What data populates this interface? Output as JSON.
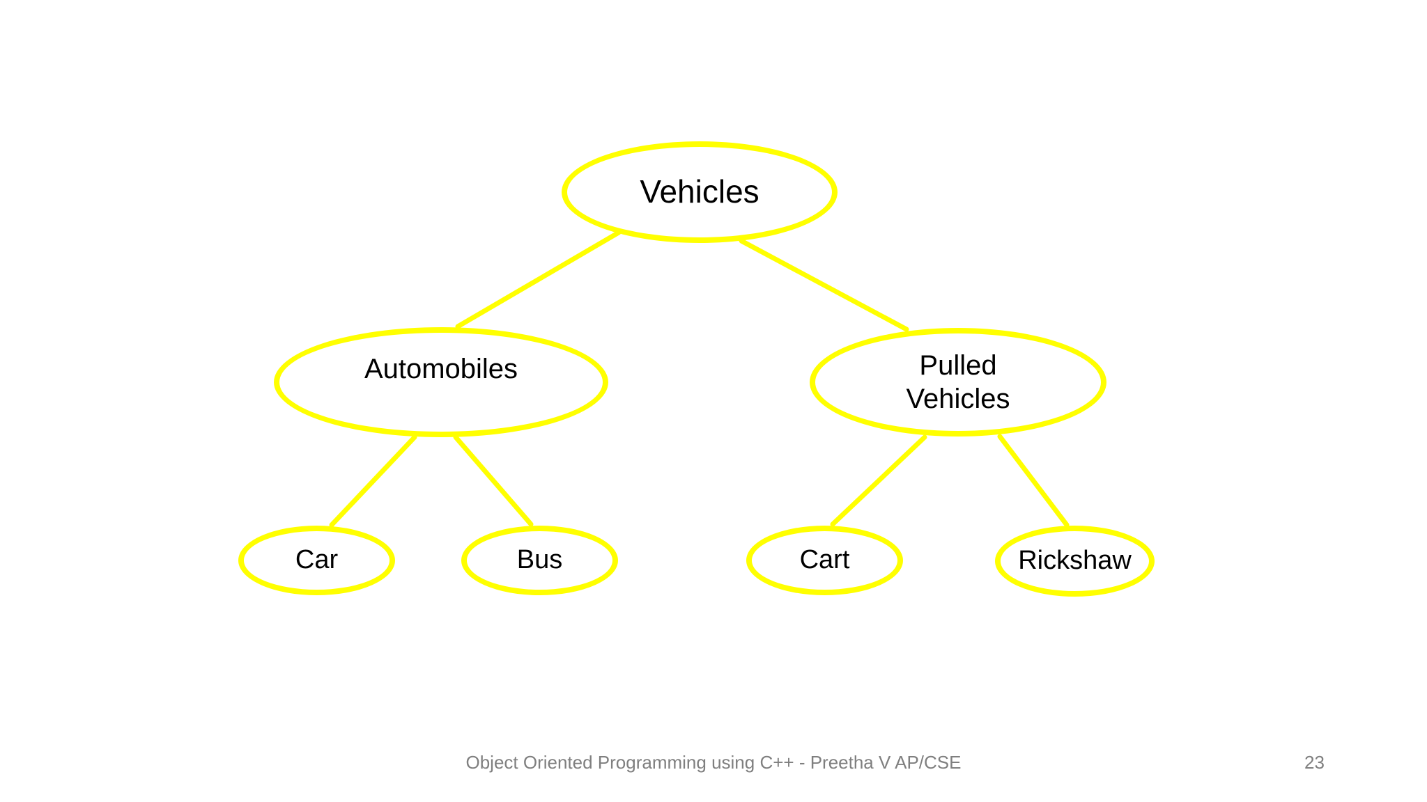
{
  "colors": {
    "background": "#ffffff",
    "node_outline": "#ffff00",
    "node_fill": "#ffffff",
    "node_text": "#000000",
    "connector": "#ffff00",
    "footer_text": "#7f7f7f"
  },
  "diagram": {
    "type": "tree",
    "nodes": {
      "vehicles": {
        "label": "Vehicles"
      },
      "automobiles": {
        "label": "Automobiles"
      },
      "pulled_vehicles": {
        "label": "Pulled Vehicles"
      },
      "car": {
        "label": "Car"
      },
      "bus": {
        "label": "Bus"
      },
      "cart": {
        "label": "Cart"
      },
      "rickshaw": {
        "label": "Rickshaw"
      }
    },
    "edges": [
      {
        "from": "vehicles",
        "to": "automobiles"
      },
      {
        "from": "vehicles",
        "to": "pulled_vehicles"
      },
      {
        "from": "automobiles",
        "to": "car"
      },
      {
        "from": "automobiles",
        "to": "bus"
      },
      {
        "from": "pulled_vehicles",
        "to": "cart"
      },
      {
        "from": "pulled_vehicles",
        "to": "rickshaw"
      }
    ]
  },
  "footer": {
    "text": "Object Oriented Programming using C++ - Preetha V AP/CSE",
    "page_number": "23"
  }
}
